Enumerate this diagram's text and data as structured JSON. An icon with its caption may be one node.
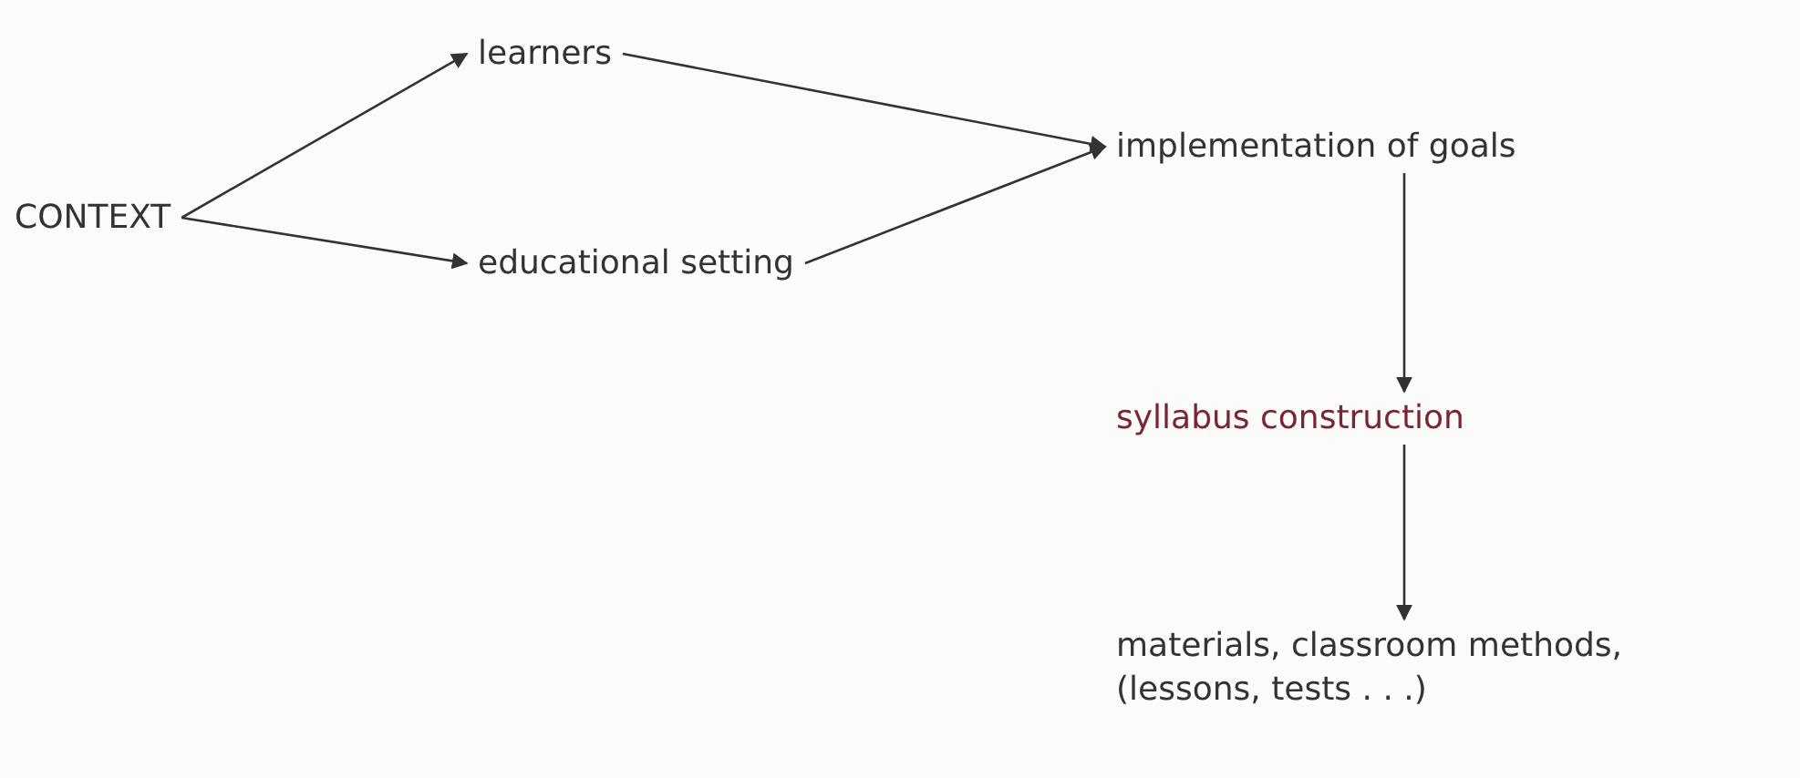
{
  "diagram": {
    "nodes": [
      {
        "text": [
          "CONTEXT"
        ]
      },
      {
        "text": [
          "learners"
        ]
      },
      {
        "text": [
          "educational setting"
        ]
      },
      {
        "text": [
          "implementation of goals"
        ]
      },
      {
        "text": [
          "syllabus construction"
        ]
      },
      {
        "text": [
          "materials, classroom methods, (lessons, tests . . .)"
        ]
      }
    ],
    "edges": [
      {
        "from": 0,
        "to": 1,
        "arrow": "to"
      },
      {
        "from": 0,
        "to": 2,
        "arrow": "to"
      },
      {
        "from": 1,
        "to": 3,
        "arrow": "to"
      },
      {
        "from": 2,
        "to": 3,
        "arrow": "to"
      },
      {
        "from": 3,
        "to": 4,
        "arrow": "to"
      },
      {
        "from": 4,
        "to": 5,
        "arrow": "to"
      }
    ]
  }
}
